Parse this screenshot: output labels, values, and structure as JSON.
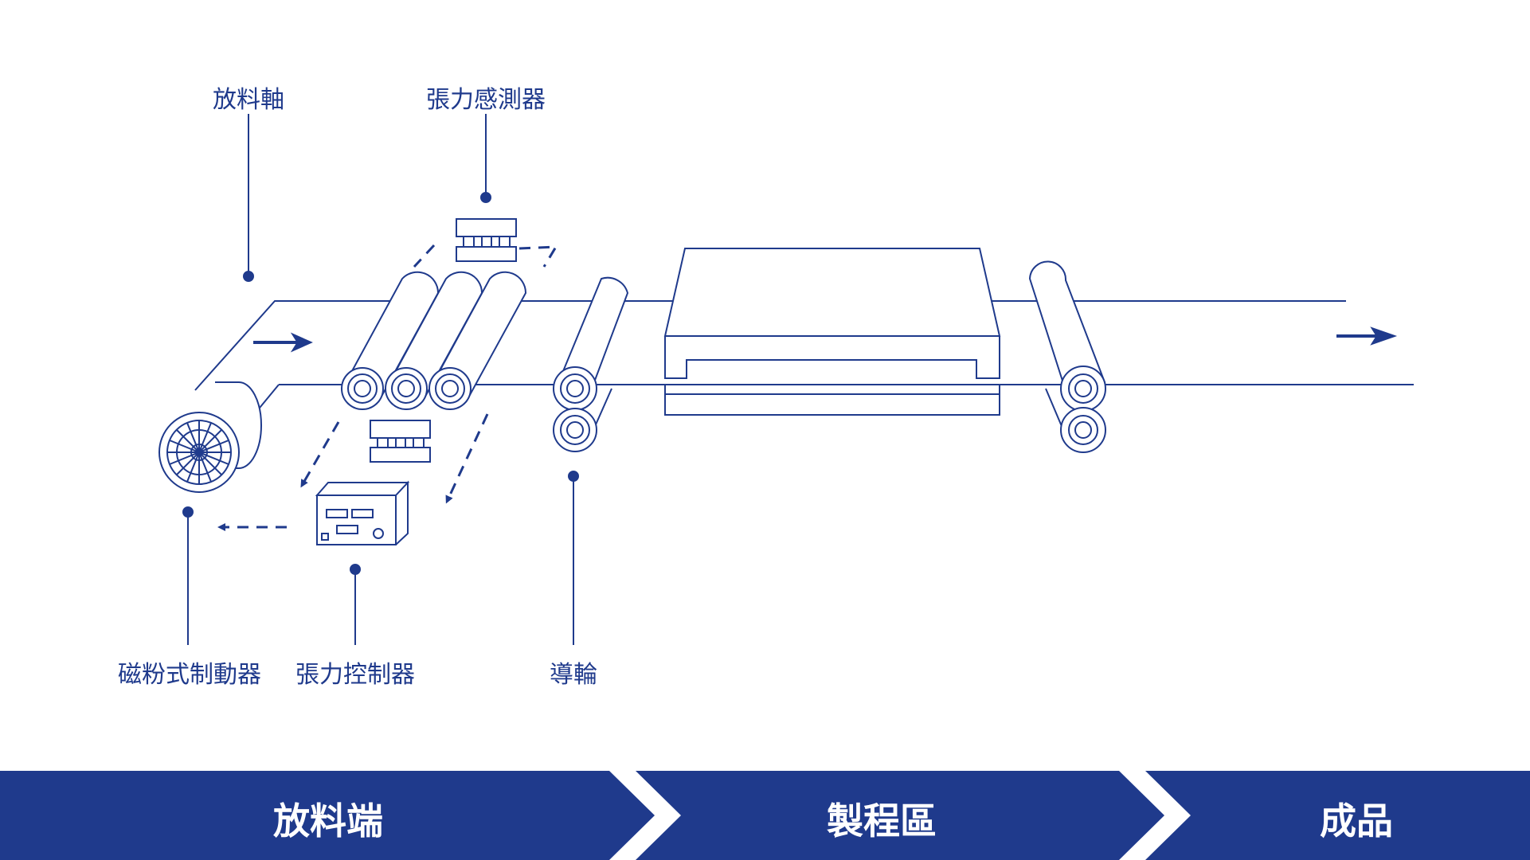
{
  "colors": {
    "primary": "#1f3a8c",
    "background": "#ffffff",
    "stage_text": "#ffffff"
  },
  "labels": {
    "unwind_shaft": "放料軸",
    "tension_sensor": "張力感測器",
    "magnetic_brake": "磁粉式制動器",
    "tension_controller": "張力控制器",
    "guide_roller": "導輪"
  },
  "stages": [
    "放料端",
    "製程區",
    "成品"
  ],
  "icons": [
    "unwind-roll-icon",
    "tension-sensor-icon",
    "tension-controller-icon",
    "guide-roller-icon",
    "process-press-icon",
    "direction-arrow-icon"
  ]
}
